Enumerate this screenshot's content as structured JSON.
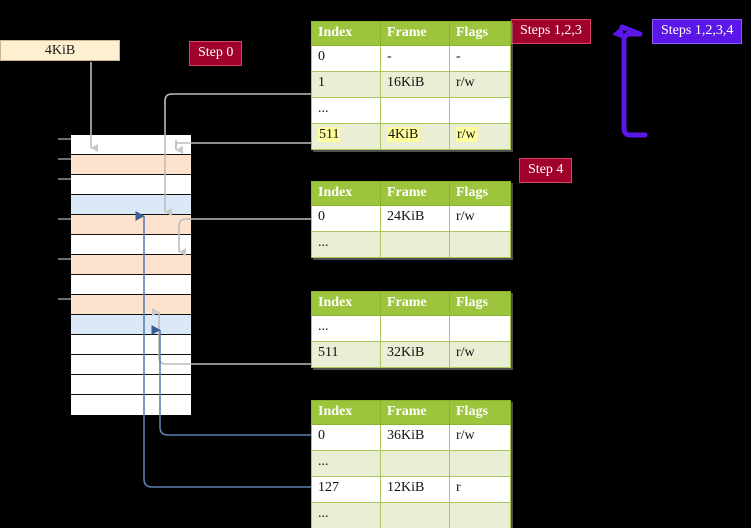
{
  "diagram": {
    "title": "Multi-level page table walk",
    "colors": {
      "background": "#000000",
      "table_header": "#9cc43c",
      "table_row_alt": "#e9eed4",
      "badge_red": "#a1022c",
      "badge_blue": "#5b17e8",
      "mem_orange": "#fde3cd",
      "mem_blue": "#dbe8f7",
      "kib_bar": "#fdf0d2",
      "highlight": "#ffff9e",
      "wire_gray": "#b9b9b9",
      "wire_blue": "#5b7fae",
      "arrow_gray": "#c9c9c9",
      "arrow_blue": "#3b5f94"
    }
  },
  "badges": {
    "step0": "Step 0",
    "step4": "Step 4",
    "steps123": "Steps 1,2,3",
    "steps1234": "Steps 1,2,3,4"
  },
  "memory": {
    "size_label": "4KiB",
    "rows": [
      {
        "fill": "white"
      },
      {
        "fill": "orange"
      },
      {
        "fill": "white"
      },
      {
        "fill": "blue"
      },
      {
        "fill": "orange"
      },
      {
        "fill": "white"
      },
      {
        "fill": "orange"
      },
      {
        "fill": "white"
      },
      {
        "fill": "orange"
      },
      {
        "fill": "blue"
      },
      {
        "fill": "white"
      },
      {
        "fill": "white"
      },
      {
        "fill": "white"
      },
      {
        "fill": "white"
      }
    ]
  },
  "tables": [
    {
      "name": "page-table-level-1",
      "headers": [
        "Index",
        "Frame",
        "Flags"
      ],
      "rows": [
        {
          "index": "0",
          "frame": "-",
          "flags": "-",
          "highlight": false
        },
        {
          "index": "1",
          "frame": "16KiB",
          "flags": "r/w",
          "highlight": false
        },
        {
          "index": "...",
          "frame": "",
          "flags": "",
          "highlight": false
        },
        {
          "index": "511",
          "frame": "4KiB",
          "flags": "r/w",
          "highlight": true
        }
      ]
    },
    {
      "name": "page-table-level-2",
      "headers": [
        "Index",
        "Frame",
        "Flags"
      ],
      "rows": [
        {
          "index": "0",
          "frame": "24KiB",
          "flags": "r/w",
          "highlight": false
        },
        {
          "index": "...",
          "frame": "",
          "flags": "",
          "highlight": false
        }
      ]
    },
    {
      "name": "page-table-level-3",
      "headers": [
        "Index",
        "Frame",
        "Flags"
      ],
      "rows": [
        {
          "index": "...",
          "frame": "",
          "flags": "",
          "highlight": false
        },
        {
          "index": "511",
          "frame": "32KiB",
          "flags": "r/w",
          "highlight": false
        }
      ]
    },
    {
      "name": "page-table-level-4",
      "headers": [
        "Index",
        "Frame",
        "Flags"
      ],
      "rows": [
        {
          "index": "0",
          "frame": "36KiB",
          "flags": "r/w",
          "highlight": false
        },
        {
          "index": "...",
          "frame": "",
          "flags": "",
          "highlight": false
        },
        {
          "index": "127",
          "frame": "12KiB",
          "flags": "r",
          "highlight": false
        },
        {
          "index": "...",
          "frame": "",
          "flags": "",
          "highlight": false
        }
      ]
    }
  ]
}
